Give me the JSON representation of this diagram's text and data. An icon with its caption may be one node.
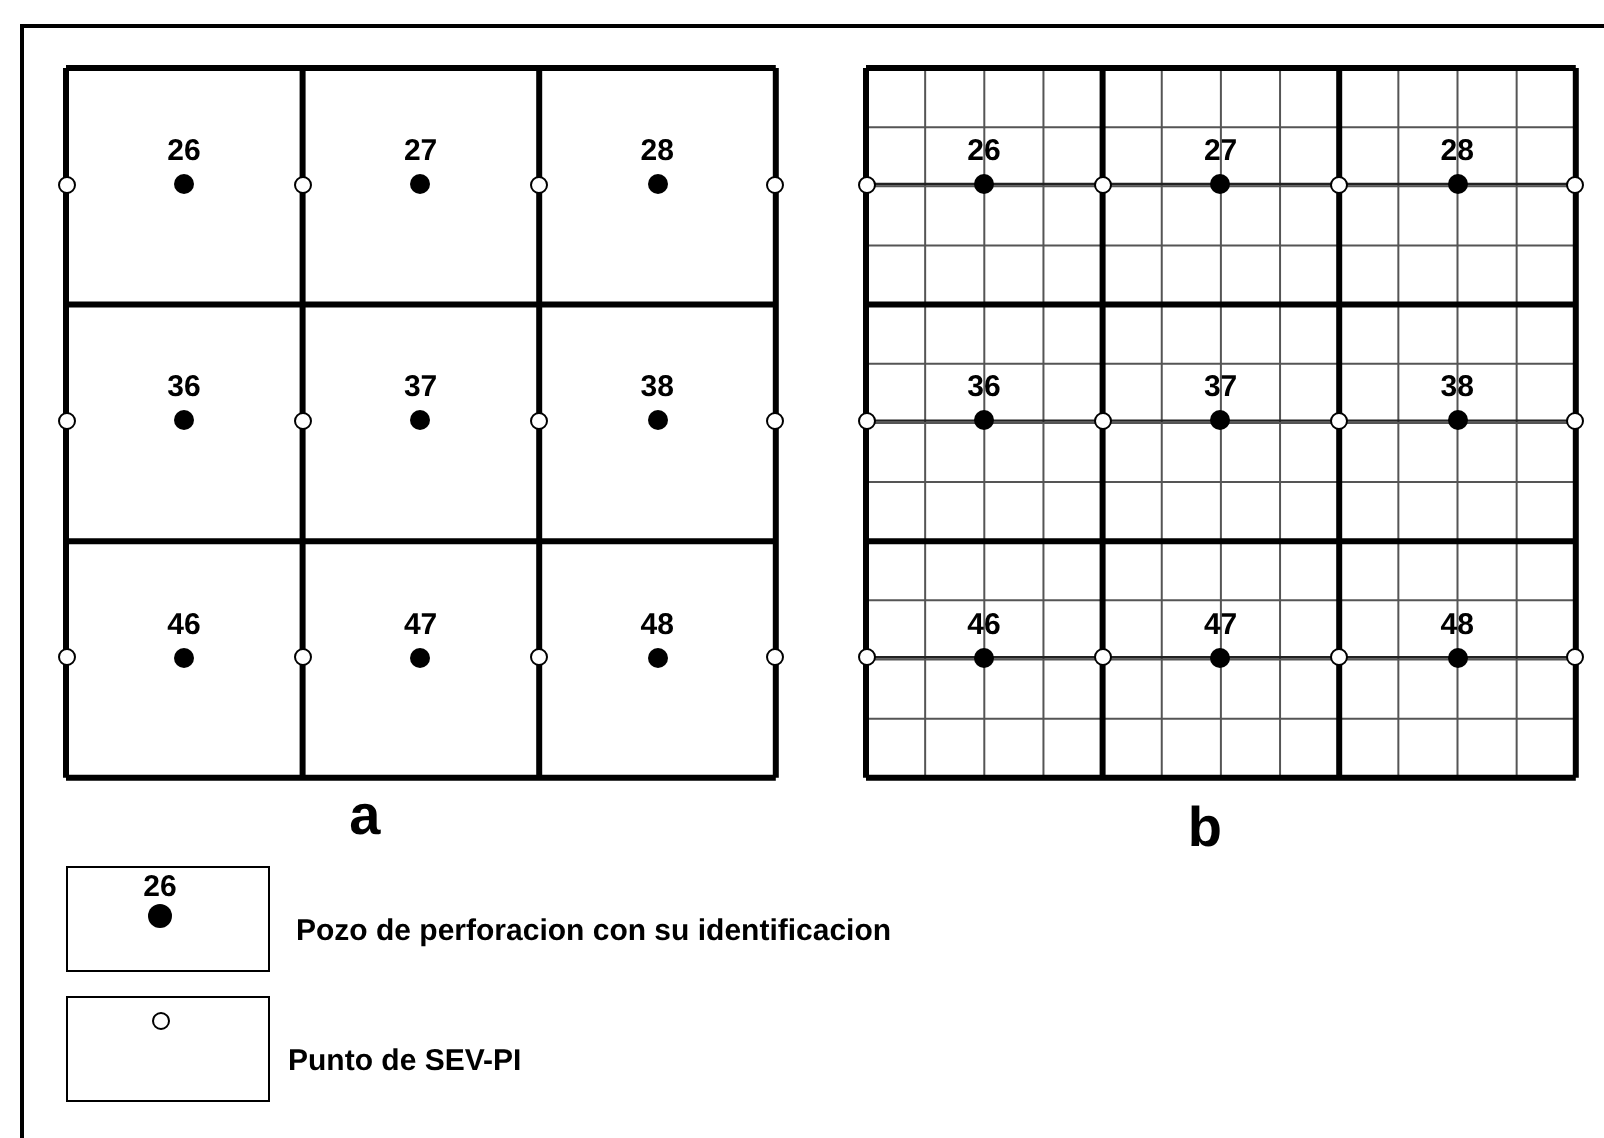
{
  "diagram": {
    "labels": [
      "26",
      "27",
      "28",
      "36",
      "37",
      "38",
      "46",
      "47",
      "48",
      "26",
      "27",
      "28",
      "36",
      "37",
      "38",
      "46",
      "47",
      "48",
      "a",
      "b",
      "26"
    ],
    "legend": [
      {
        "text": "Pozo de perforacion con su identificacion"
      },
      {
        "text": "Punto de SEV-PI"
      }
    ]
  }
}
